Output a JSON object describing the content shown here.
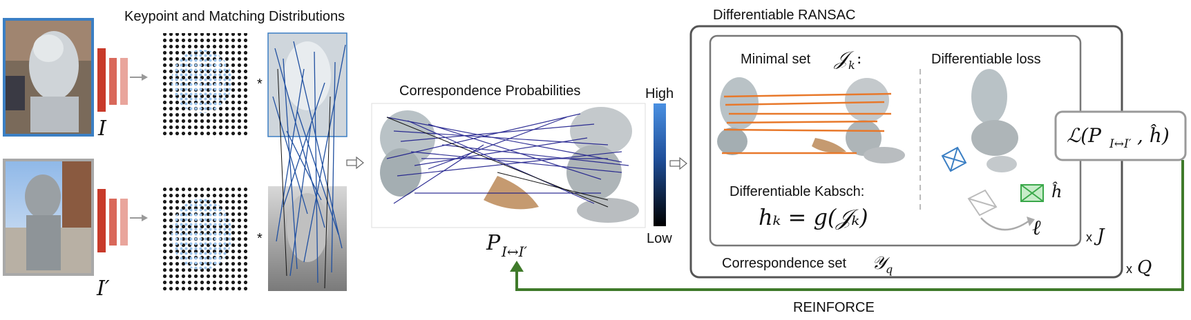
{
  "titles": {
    "keypoint": "Keypoint and Matching Distributions",
    "correspondence": "Correspondence Probabilities",
    "ransac": "Differentiable RANSAC",
    "minimal_set": "Minimal set",
    "diff_loss": "Differentiable loss",
    "kabsch": "Differentiable Kabsch:",
    "corr_set": "Correspondence set",
    "reinforce": "REINFORCE"
  },
  "colorbar": {
    "high": "High",
    "low": "Low"
  },
  "math": {
    "img1": "I",
    "img2": "I′",
    "prob": "P",
    "prob_sub": "I↔I′",
    "J_k": "𝒥",
    "J_k_sub": "k",
    "h_k": "hₖ = g(𝒥ₖ)",
    "loss": "ℒ(P",
    "loss_sub": "I↔I′",
    "loss_tail": ", ĥ)",
    "h_hat": "ĥ",
    "ell": "ℓ",
    "Y_q": "𝒴",
    "Y_q_sub": "q",
    "mult_J_x": "x",
    "mult_J": "J",
    "mult_Q_x": "x",
    "mult_Q": "Q",
    "star": "*"
  },
  "colors": {
    "blue_frame": "#3b7fc4",
    "gray_frame": "#a8a8a8",
    "cnn_dark": "#c83a2a",
    "cnn_mid": "#d9685a",
    "cnn_light": "#e9a59c",
    "orange_lines": "#e8782a",
    "green_arrow": "#3f7a2a",
    "box_border": "#555555"
  }
}
